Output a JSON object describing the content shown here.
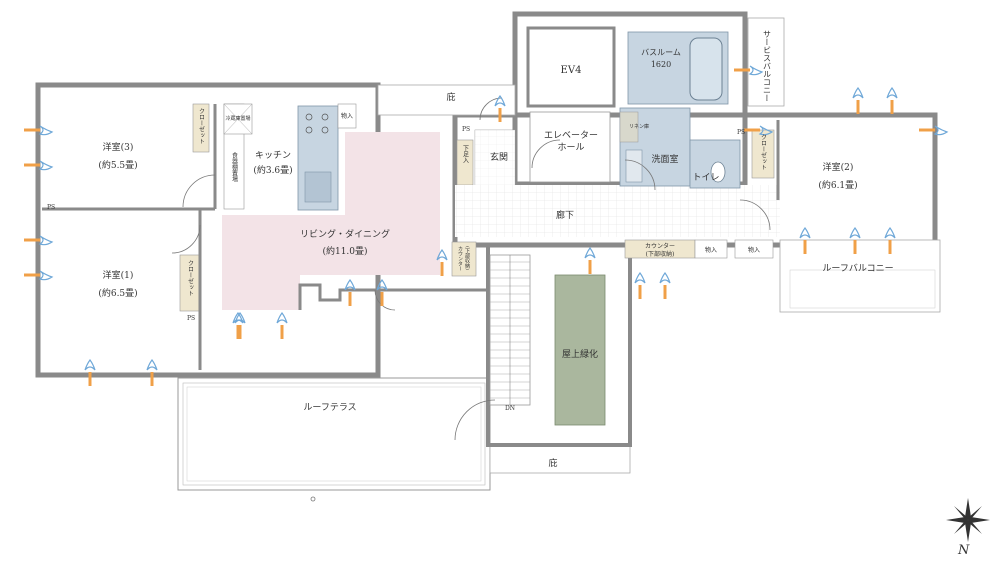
{
  "colors": {
    "wall": "#8a8a8a",
    "living_fill": "#f3e3e7",
    "wet_fill": "#c7d5e1",
    "green_fill": "#aab79e",
    "closet_fill": "#efe7cf",
    "vent_orange": "#f0a048",
    "vent_blue": "#6fa8d8"
  },
  "rooms": {
    "western3": {
      "name": "洋室(3)",
      "size": "(約5.5畳)"
    },
    "western1": {
      "name": "洋室(1)",
      "size": "(約6.5畳)"
    },
    "western2": {
      "name": "洋室(2)",
      "size": "(約6.1畳)"
    },
    "kitchen": {
      "name": "キッチン",
      "size": "(約3.6畳)"
    },
    "living": {
      "name": "リビング・ダイニング",
      "size": "(約11.0畳)"
    },
    "genkan": "玄関",
    "ev": "EV4",
    "ev_hall": [
      "エレベーター",
      "ホール"
    ],
    "bath": {
      "name": "バスルーム",
      "size": "1620"
    },
    "washroom": "洗面室",
    "toilet": "トイレ",
    "corridor": "廊下",
    "roof_terrace": "ルーフテラス",
    "roof_balcony": "ルーフバルコニー",
    "service_balcony": "サービスバルコニー",
    "rooftop_green": "屋上緑化"
  },
  "labels": {
    "eave_top": "庇",
    "eave_bottom": "庇",
    "closet": "クローゼット",
    "storage": "物入",
    "shoe_storage": "下足入",
    "pantry": "食器棚置場",
    "fridge": "冷蔵庫置場",
    "counter": "カウンター",
    "counter_sub": "(下部収納)",
    "linen": "リネン庫",
    "ps": "PS",
    "dn": "DN",
    "north": "N"
  }
}
